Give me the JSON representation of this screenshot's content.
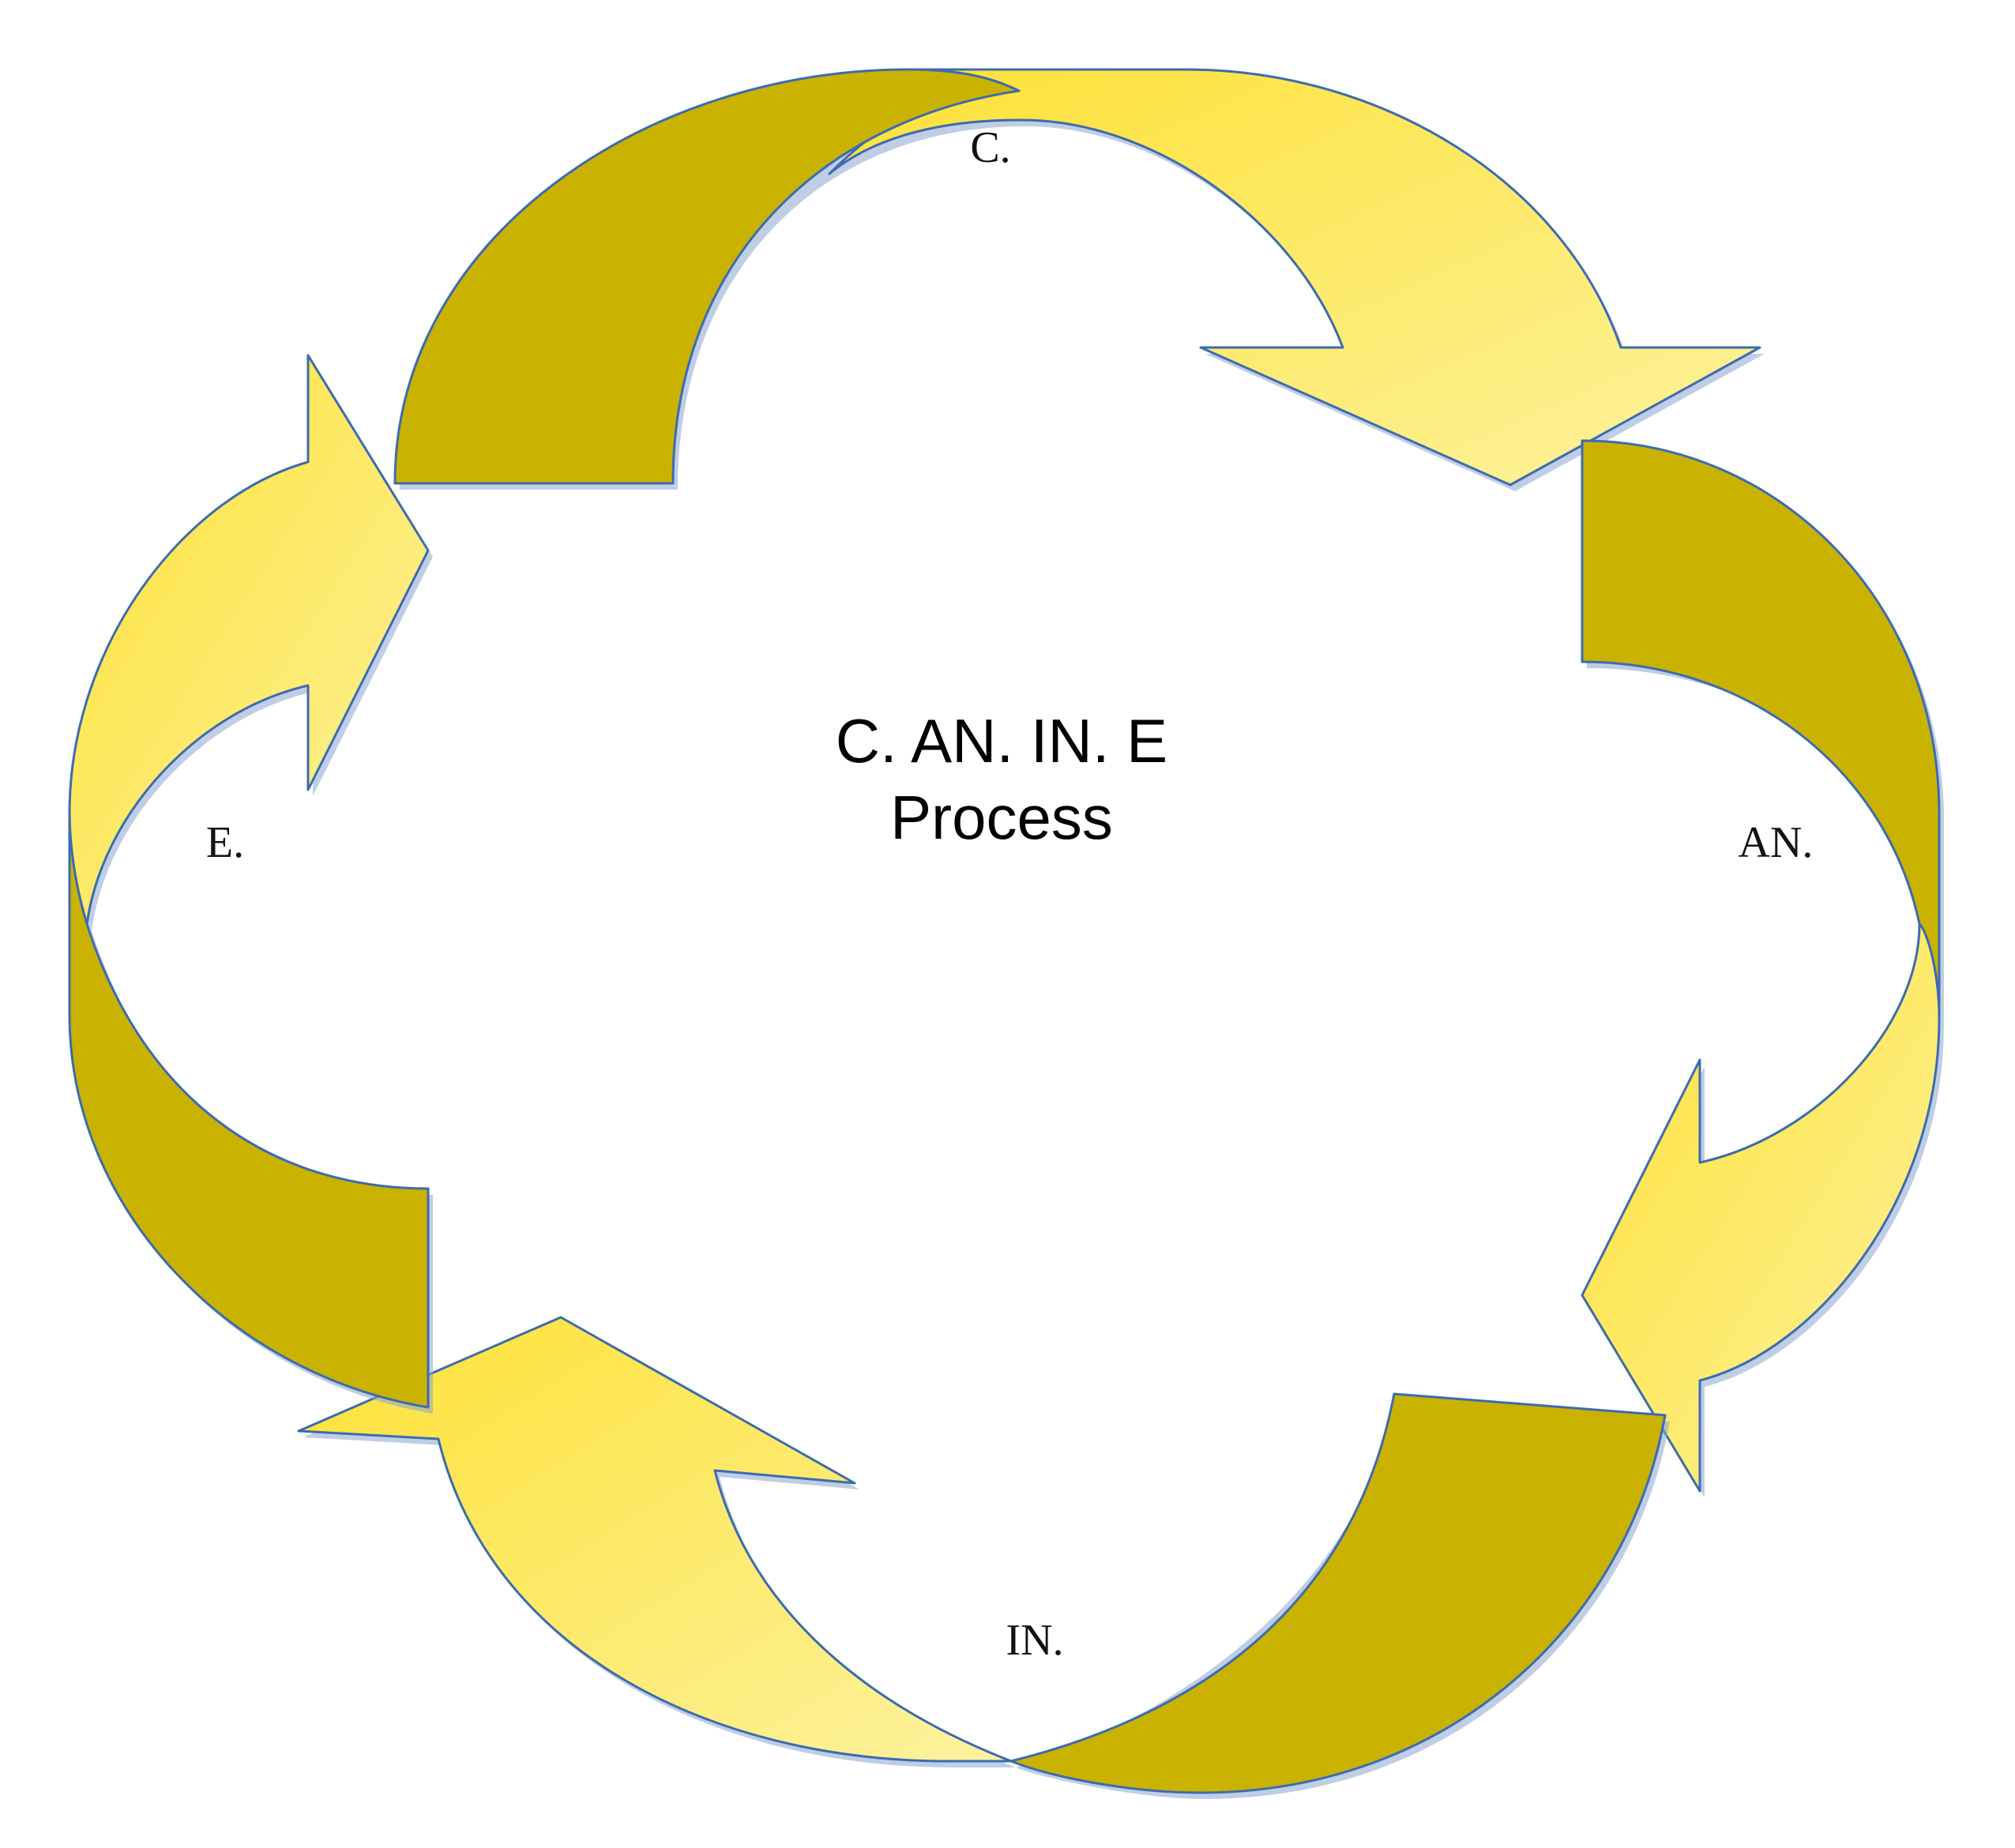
{
  "center": {
    "line1": "C. AN. IN. E",
    "line2": "Process"
  },
  "stages": {
    "top": "C.",
    "right": "AN.",
    "bottom": "IN.",
    "left": "E."
  },
  "colors": {
    "dark_band": "#c9b300",
    "light_yellow_start": "#fde135",
    "light_yellow_end": "#fdf29e",
    "outline": "#3d6bb0"
  }
}
